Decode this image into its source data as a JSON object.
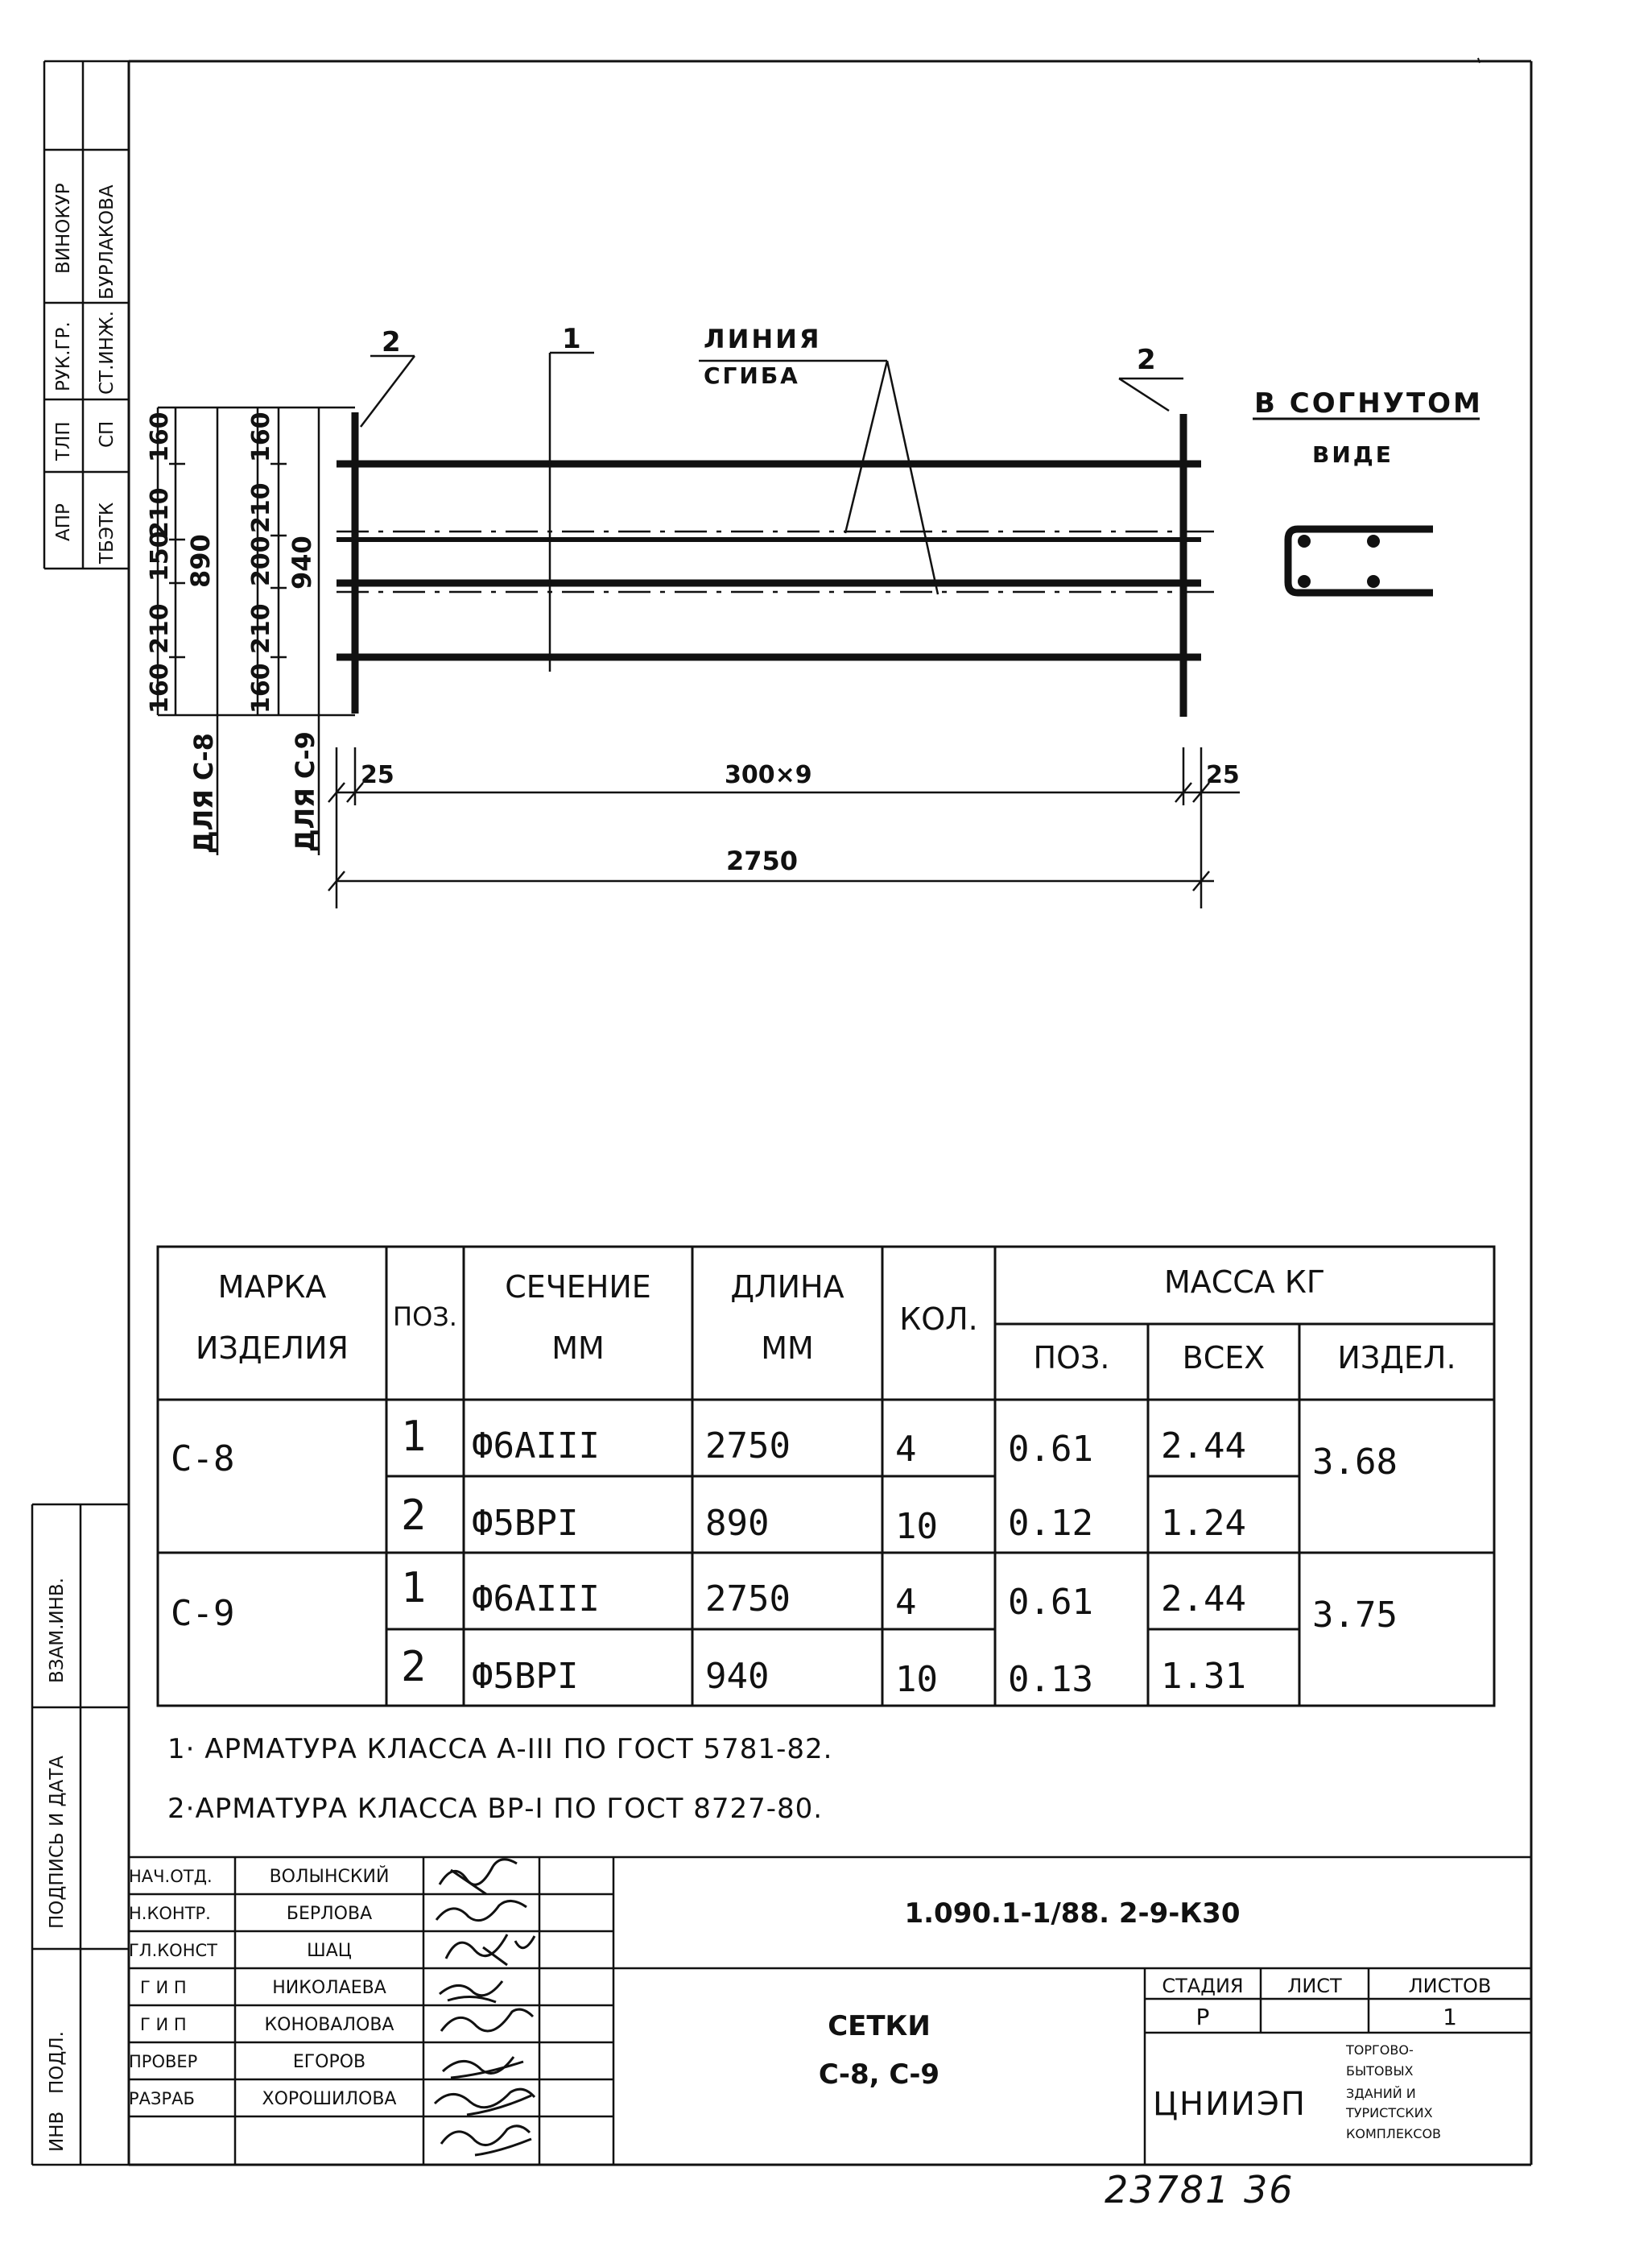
{
  "side_stamp": {
    "top": [
      "АПР",
      "ТЛП",
      "РУК.ГР.",
      "ВИНОКУР",
      "ТБЭТК",
      "СП",
      "СТ.ИНЖ.",
      "БУРЛАКОВА"
    ],
    "bottom": [
      "ВЗАМ.ИНВ.",
      "ПОДПИСЬ И ДАТА",
      "ИНВ",
      "ПОДЛ."
    ]
  },
  "drawing": {
    "pos_1": "1",
    "pos_2_left": "2",
    "pos_2_right": "2",
    "bend_line_label": [
      "ЛИНИЯ",
      "СГИБА"
    ],
    "bent_view_title": [
      "В СОГНУТОМ",
      "ВИДЕ"
    ],
    "dims_c8": [
      "160",
      "210",
      "150",
      "210",
      "160"
    ],
    "total_c8": "890",
    "label_c8": "ДЛЯ С-8",
    "dims_c9": [
      "160",
      "210",
      "200",
      "210",
      "160"
    ],
    "total_c9": "940",
    "label_c9": "ДЛЯ С-9",
    "dim_left_end": "25",
    "dim_spacing": "300×9",
    "dim_right_end": "25",
    "dim_total": "2750"
  },
  "spec_table": {
    "headers": {
      "mark": [
        "МАРКА",
        "ИЗДЕЛИЯ"
      ],
      "pos": "ПОЗ.",
      "section": [
        "СЕЧЕНИЕ",
        "ММ"
      ],
      "length": [
        "ДЛИНА",
        "ММ"
      ],
      "qty": "КОЛ.",
      "mass": "МАССА КГ",
      "mass_pos": "ПОЗ.",
      "mass_all": "ВСЕХ",
      "mass_item": "ИЗДЕЛ."
    },
    "items": [
      {
        "mark": "С-8",
        "total": "3.68",
        "rows": [
          {
            "pos": "1",
            "section": "Ф6АIII",
            "length": "2750",
            "qty": "4",
            "mass_pos": "0.61",
            "mass_all": "2.44"
          },
          {
            "pos": "2",
            "section": "Ф5ВРI",
            "length": "890",
            "qty": "10",
            "mass_pos": "0.12",
            "mass_all": "1.24"
          }
        ]
      },
      {
        "mark": "С-9",
        "total": "3.75",
        "rows": [
          {
            "pos": "1",
            "section": "Ф6АIII",
            "length": "2750",
            "qty": "4",
            "mass_pos": "0.61",
            "mass_all": "2.44"
          },
          {
            "pos": "2",
            "section": "Ф5ВРI",
            "length": "940",
            "qty": "10",
            "mass_pos": "0.13",
            "mass_all": "1.31"
          }
        ]
      }
    ]
  },
  "notes": [
    "1· АРМАТУРА КЛАССА А-III ПО ГОСТ 5781-82.",
    "2·АРМАТУРА КЛАССА ВР-I ПО ГОСТ 8727-80."
  ],
  "title_block": {
    "doc_code": "1.090.1-1/88. 2-9-К30",
    "sheet_title": [
      "СЕТКИ",
      "С-8, С-9"
    ],
    "signers": [
      {
        "role": "НАЧ.ОТД.",
        "name": "ВОЛЫНСКИЙ"
      },
      {
        "role": "Н.КОНТР.",
        "name": "БЕРЛОВА"
      },
      {
        "role": "ГЛ.КОНСТ",
        "name": "ШАЦ"
      },
      {
        "role": "Г И П",
        "name": "НИКОЛАЕВА"
      },
      {
        "role": "Г И П",
        "name": "КОНОВАЛОВА"
      },
      {
        "role": "ПРОВЕР",
        "name": "ЕГОРОВ"
      },
      {
        "role": "РАЗРАБ",
        "name": "ХОРОШИЛОВА"
      }
    ],
    "stage_header": "СТАДИЯ",
    "sheet_header": "ЛИСТ",
    "sheets_header": "ЛИСТОВ",
    "stage": "Р",
    "sheet": "",
    "sheets": "1",
    "org": "ЦНИИЭП",
    "org_note": [
      "ТОРГОВО-",
      "БЫТОВЫХ",
      "ЗДАНИЙ И",
      "ТУРИСТСКИХ",
      "КОМПЛЕКСОВ"
    ]
  },
  "archive_number": "23781 36"
}
